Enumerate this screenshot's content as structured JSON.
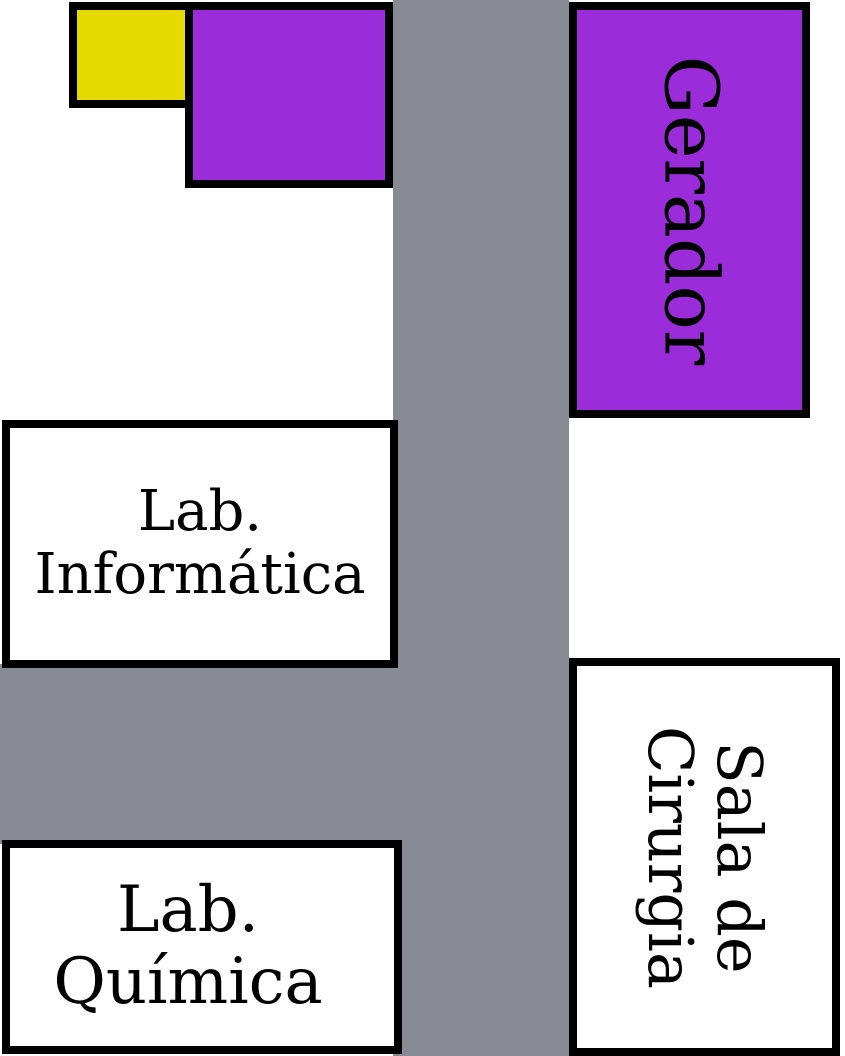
{
  "colors": {
    "corridor": "#878a92",
    "generator_fill": "#9a2cda",
    "yellow_block": "#e6db00",
    "room_fill": "#ffffff",
    "border": "#000000"
  },
  "rooms": {
    "gerador": {
      "label": "Gerador"
    },
    "lab_informatica": {
      "line1": "Lab.",
      "line2": "Informática"
    },
    "lab_quimica": {
      "line1": "Lab.",
      "line2": "Química"
    },
    "sala_cirurgia": {
      "line1": "Sala de",
      "line2": "Cirurgia"
    }
  }
}
